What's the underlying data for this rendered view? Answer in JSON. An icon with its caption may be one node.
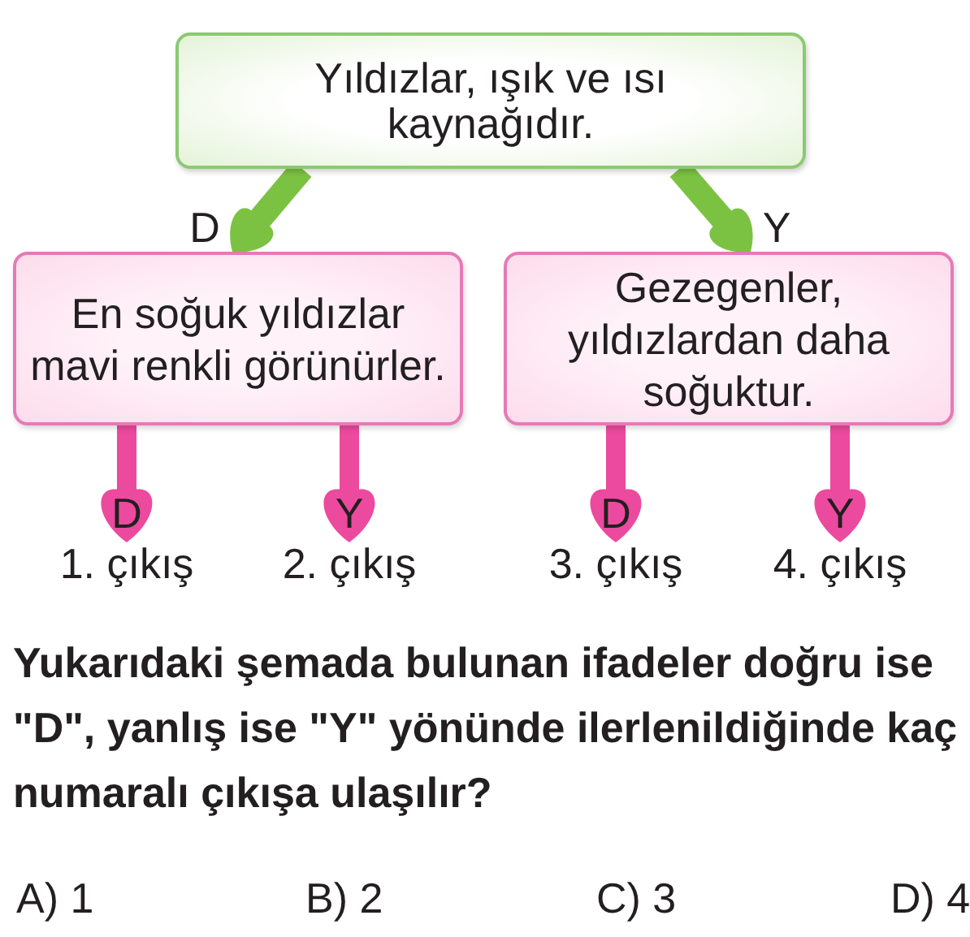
{
  "diagram": {
    "nodes": [
      {
        "text": [
          "Yıldızlar, ışık ve ısı kaynağıdır."
        ]
      },
      {
        "text": [
          "En soğuk yıldızlar mavi renkli görünürler."
        ]
      },
      {
        "text": [
          "Gezegenler, yıldızlardan daha soğuktur."
        ]
      },
      {
        "text": [
          "1. çıkış"
        ]
      },
      {
        "text": [
          "2. çıkış"
        ]
      },
      {
        "text": [
          "3. çıkış"
        ]
      },
      {
        "text": [
          "4. çıkış"
        ]
      }
    ],
    "edges": [
      {
        "from": 0,
        "to": 1,
        "arrow": "to",
        "label": "D",
        "color": "#7cc242"
      },
      {
        "from": 0,
        "to": 2,
        "arrow": "to",
        "label": "Y",
        "color": "#7cc242"
      },
      {
        "from": 1,
        "to": 3,
        "arrow": "to",
        "label": "D"
      },
      {
        "from": 1,
        "to": 4,
        "arrow": "to",
        "label": "Y"
      },
      {
        "from": 2,
        "to": 5,
        "arrow": "to",
        "label": "D"
      },
      {
        "from": 2,
        "to": 6,
        "arrow": "to",
        "label": "Y"
      }
    ],
    "labels": [
      "Yukarıdaki şemada bulunan ifadeler doğru ise \"D\", yanlış ise \"Y\" yönünde ilerlenildiğinde kaç numaralı çıkışa ulaşılır?",
      "A) 1",
      "B) 2",
      "C) 3",
      "D) 4"
    ]
  }
}
